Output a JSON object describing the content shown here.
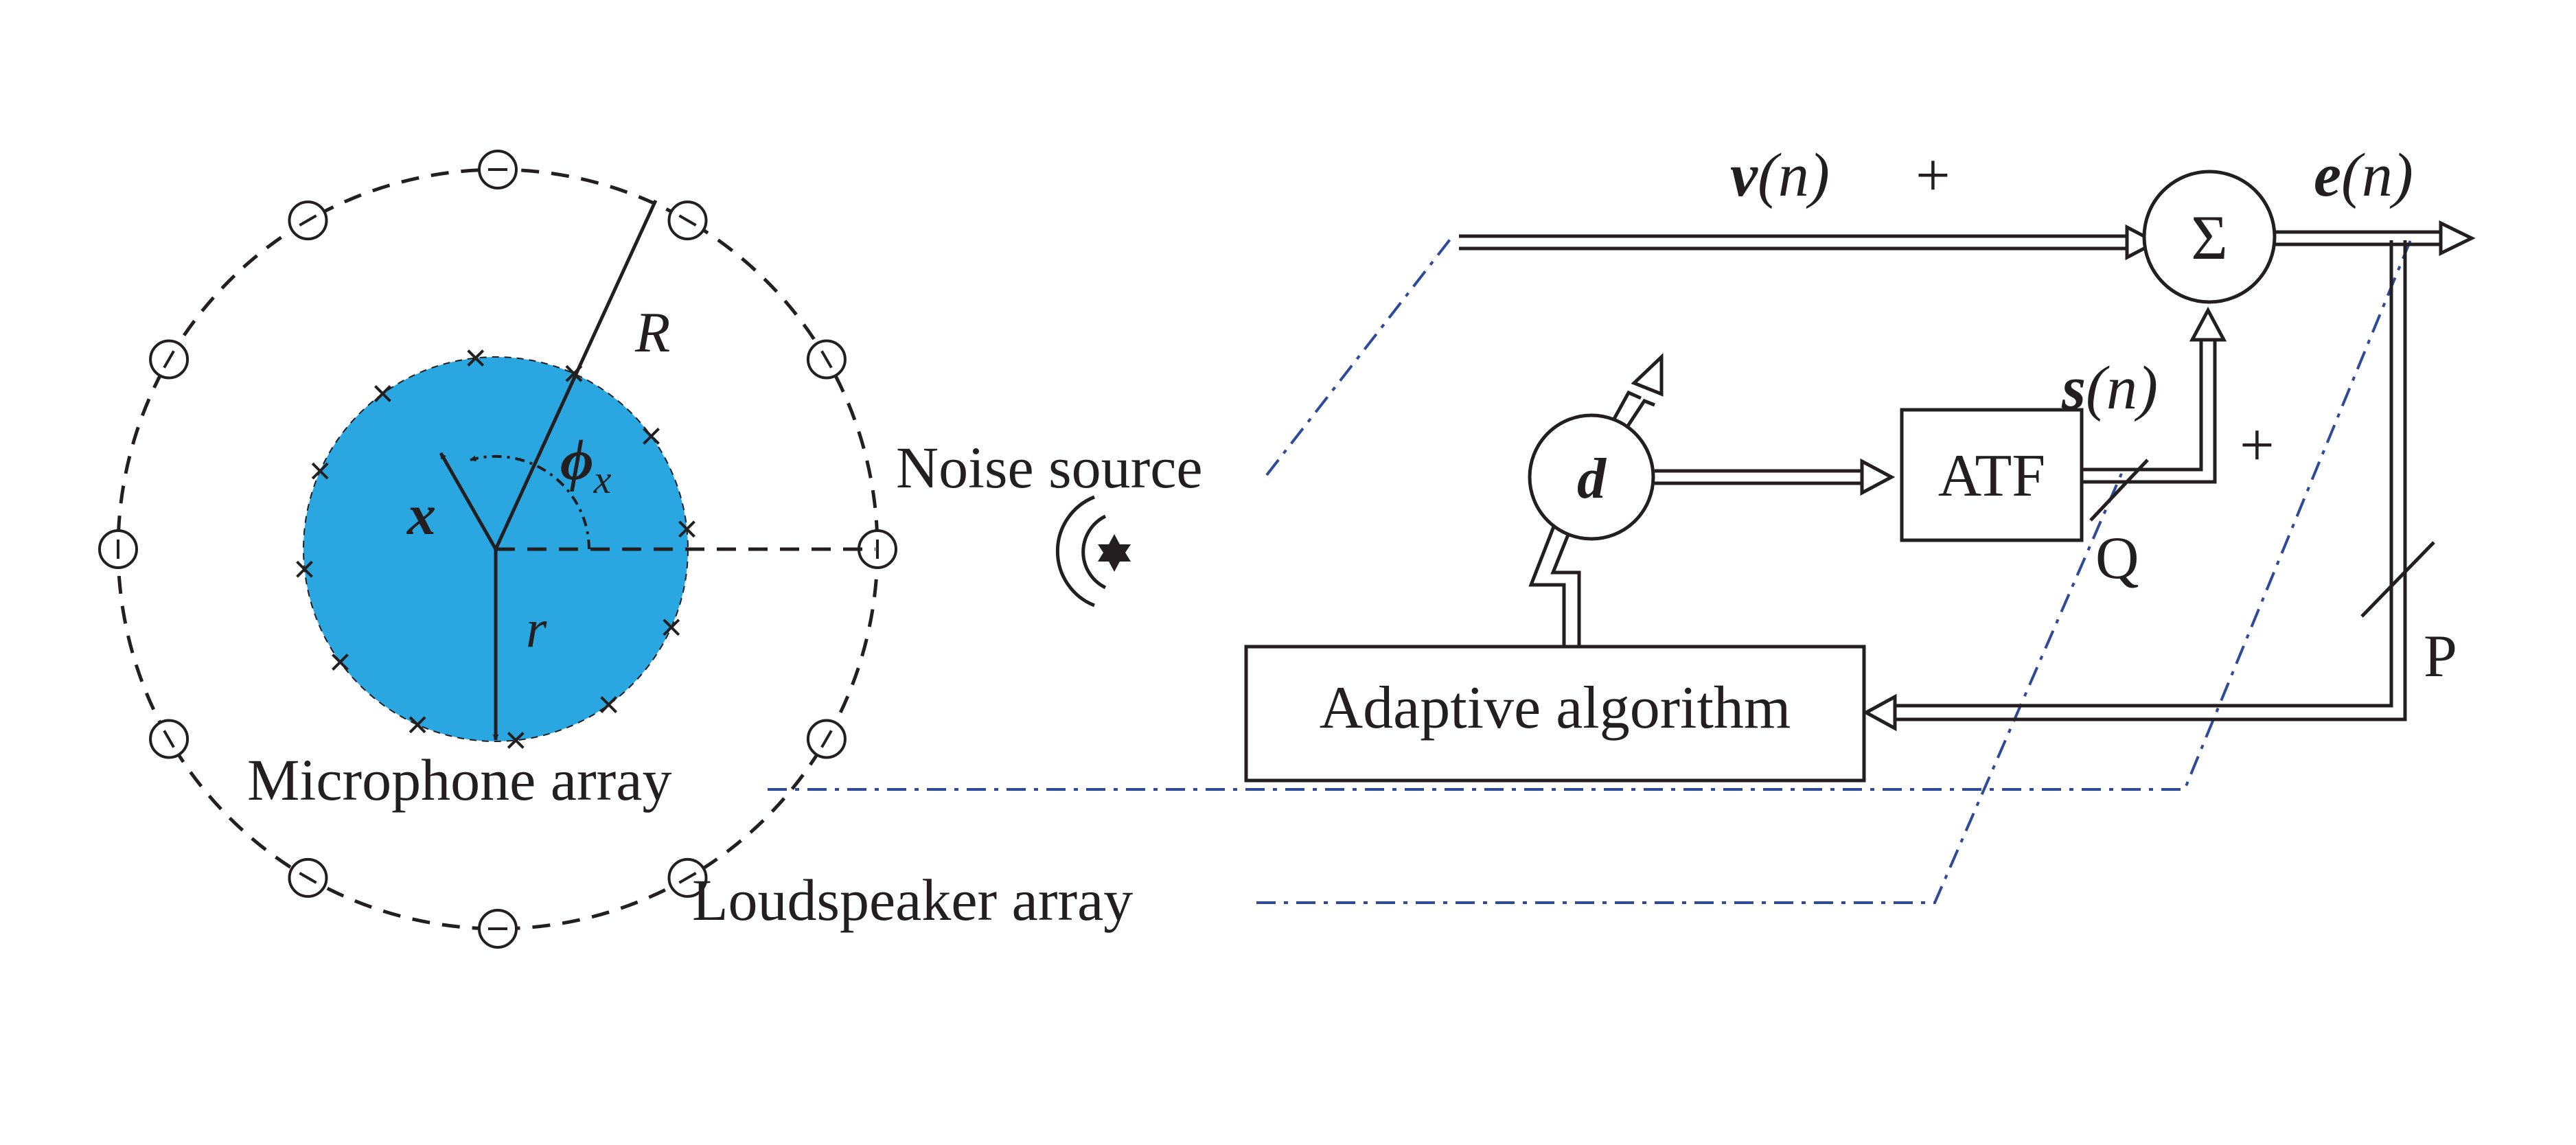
{
  "colors": {
    "zone_fill": "#2aa7e1",
    "ink": "#231f20",
    "link_dashdot": "#2e4a9a"
  },
  "labels": {
    "R": "R",
    "r": "r",
    "x": "x",
    "phi": "ϕ",
    "phi_sub": "x",
    "microphone_array": "Microphone array",
    "loudspeaker_array": "Loudspeaker array",
    "noise_source": "Noise source",
    "nu_sym": "ν",
    "nu_arg": "(n)",
    "plus_nu": "+",
    "sum": "Σ",
    "e_sym": "e",
    "e_arg": "(n)",
    "s_sym": "s",
    "s_arg": "(n)",
    "plus_s": "+",
    "d": "d",
    "atf": "ATF",
    "q": "Q",
    "p": "P",
    "adaptive_algorithm": "Adaptive algorithm"
  },
  "icons": {
    "noise_source": "noise-source-star-icon",
    "loudspeaker": "loudspeaker-circle-icon",
    "microphone": "microphone-cross-icon"
  }
}
